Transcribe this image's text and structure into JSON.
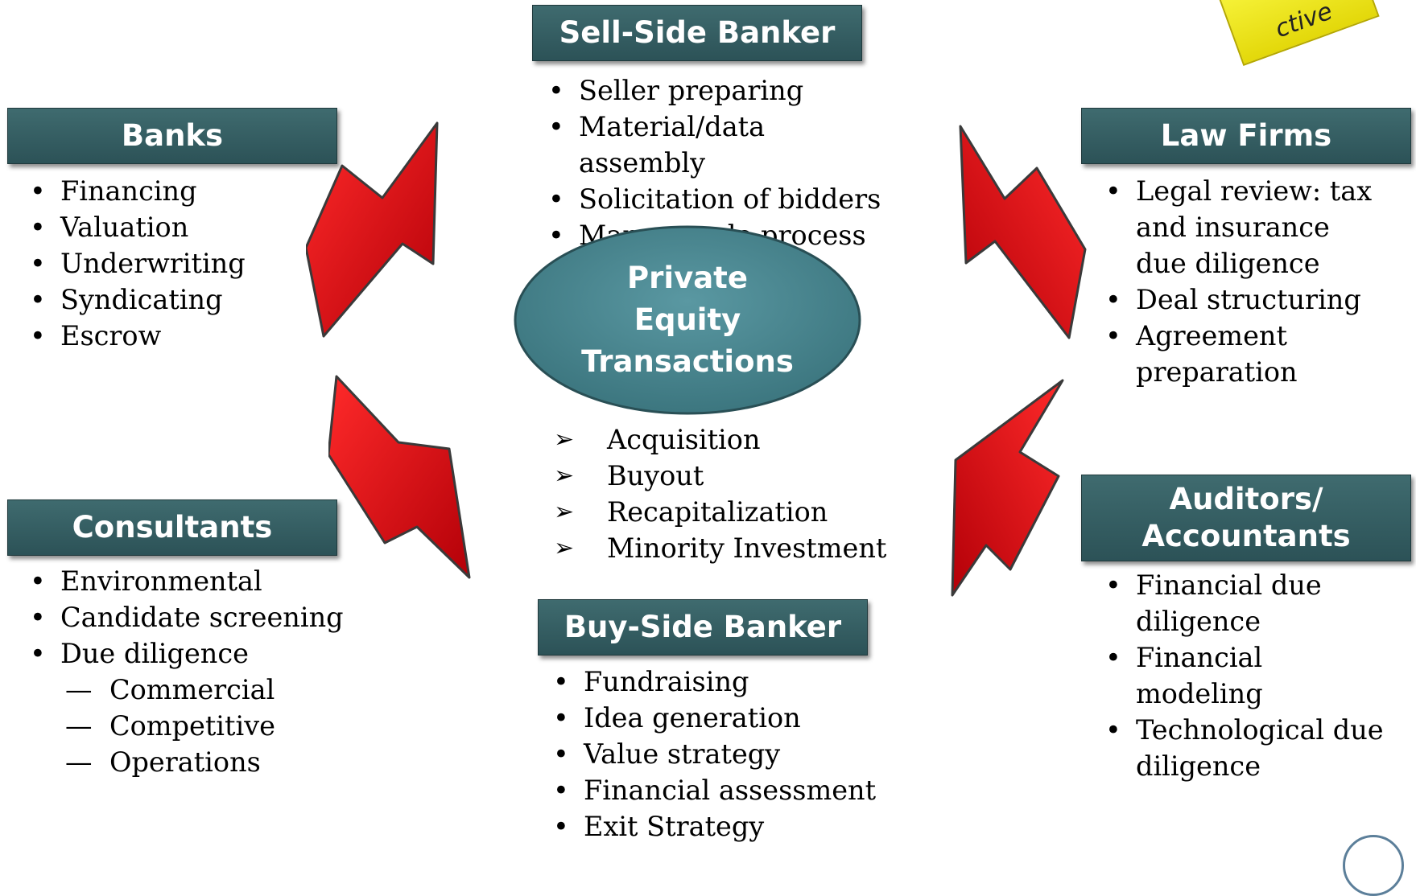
{
  "sell_side": {
    "title": "Sell-Side Banker",
    "items": [
      "Seller preparing",
      "Material/data assembly",
      "Solicitation of bidders",
      "Manage sale process"
    ]
  },
  "banks": {
    "title": "Banks",
    "items": [
      "Financing",
      "Valuation",
      "Underwriting",
      "Syndicating",
      "Escrow"
    ]
  },
  "law_firms": {
    "title": "Law Firms",
    "items": [
      "Legal review: tax and insurance due diligence",
      "Deal structuring",
      "Agreement preparation"
    ]
  },
  "center": {
    "title_line1": "Private",
    "title_line2": "Equity",
    "title_line3": "Transactions",
    "transaction_types": [
      "Acquisition",
      "Buyout",
      "Recapitalization",
      "Minority Investment"
    ]
  },
  "consultants": {
    "title": "Consultants",
    "items": [
      "Environmental",
      "Candidate screening",
      "Due diligence"
    ],
    "due_diligence_subitems": [
      "Commercial",
      "Competitive",
      "Operations"
    ]
  },
  "auditors": {
    "title_line1": "Auditors/",
    "title_line2": "Accountants",
    "items": [
      "Financial due diligence",
      "Financial modeling",
      "Technological due diligence"
    ]
  },
  "buy_side": {
    "title": "Buy-Side Banker",
    "items": [
      "Fundraising",
      "Idea generation",
      "Value strategy",
      "Financial assessment",
      "Exit Strategy"
    ]
  },
  "corner_badge": {
    "text": "ctive"
  },
  "symbols": {
    "bullet": "•",
    "arrow_bullet": "➢",
    "dash": "—"
  },
  "colors": {
    "header_bg": "#2f5a5e",
    "ellipse_fill": "#4a8690",
    "arrow_red": "#d4000a"
  }
}
